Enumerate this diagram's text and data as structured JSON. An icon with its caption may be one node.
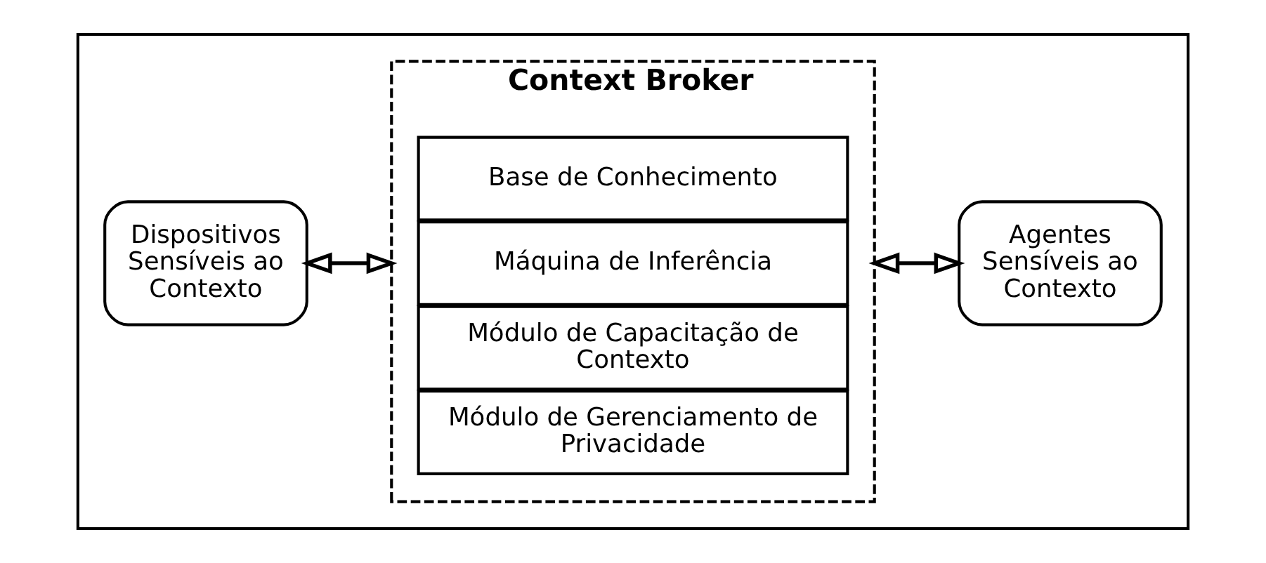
{
  "diagram": {
    "nodes": [
      {
        "text": [],
        "shape": "box"
      },
      {
        "text": [
          "Dispositivos Sensíveis ao Contexto"
        ],
        "in": 0
      },
      {
        "text": [
          "Context Broker"
        ],
        "in": 0
      },
      {
        "text": [
          "Base de Conhecimento"
        ],
        "in": 2
      },
      {
        "text": [
          "Máquina de Inferência"
        ],
        "in": 2
      },
      {
        "text": [
          "Módulo de Capacitação de Contexto"
        ],
        "in": 2
      },
      {
        "text": [
          "Módulo de Gerenciamento de Privacidade"
        ],
        "in": 2
      },
      {
        "text": [
          "Agentes Sensíveis ao Contexto"
        ],
        "in": 0
      }
    ],
    "edges": [
      {
        "from": 1,
        "to": 2,
        "arrow": "both"
      },
      {
        "from": 2,
        "to": 7,
        "arrow": "both"
      }
    ]
  }
}
